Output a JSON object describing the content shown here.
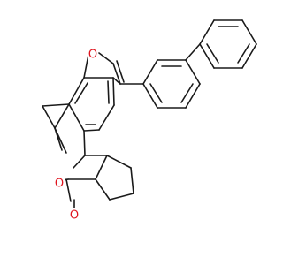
{
  "colors": {
    "bond": "#1a1a1a",
    "oxygen": "#e0141e",
    "background": "#ffffff"
  },
  "atoms": {
    "o_furan": "O",
    "o_lactone": "O",
    "o_carbonyl": "O"
  }
}
